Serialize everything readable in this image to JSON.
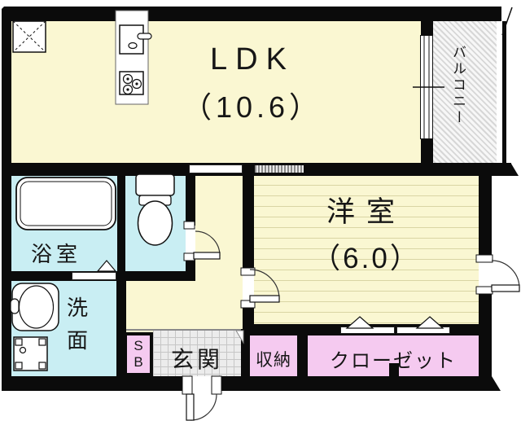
{
  "plan": {
    "type": "floorplan",
    "rooms": {
      "ldk": {
        "label": "LDK",
        "size": "（10.6）"
      },
      "bedroom": {
        "label": "洋室",
        "size": "（6.0）"
      },
      "balcony": {
        "label": "バルコニー"
      },
      "bathroom": {
        "label": "浴室"
      },
      "washroom": {
        "label": "洗面"
      },
      "entrance": {
        "label": "玄関"
      },
      "storage": {
        "label": "収納"
      },
      "closet": {
        "label": "クローゼット"
      },
      "shoe_box": {
        "label": "SB"
      }
    },
    "colors": {
      "wall": "#0B0B0B",
      "room_cream": "#FAF7D2",
      "room_cyan": "#C9EEF3",
      "room_pink": "#F5CAF0",
      "entrance_tile": "#ECECEC",
      "balcony_hatch": "#D7D7D7",
      "bedroom_floor_line": "#D9D5A4"
    }
  }
}
